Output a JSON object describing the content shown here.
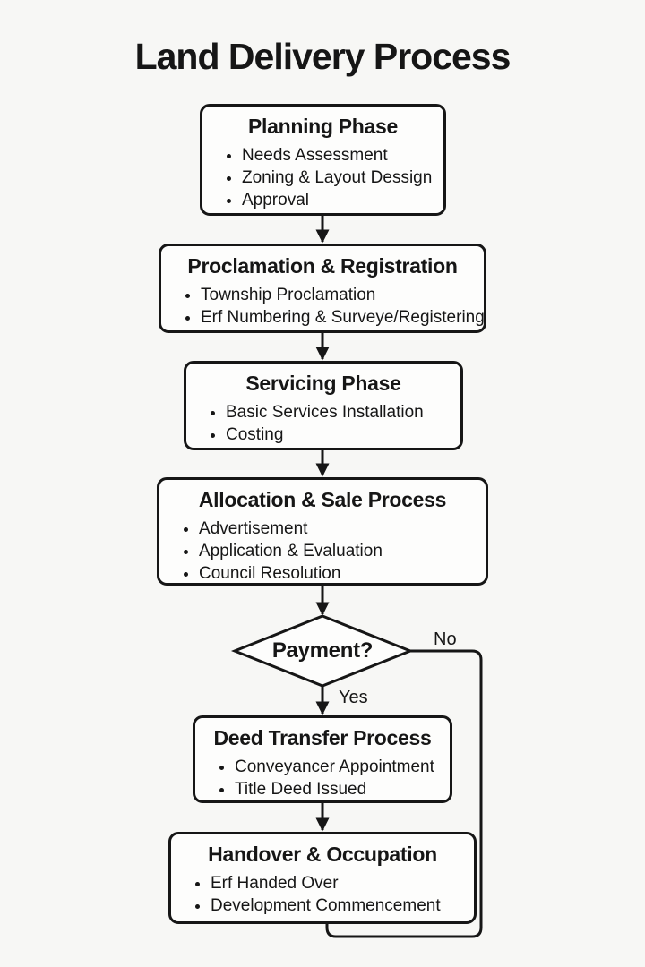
{
  "title": "Land Delivery Process",
  "boxes": [
    {
      "title": "Planning Phase",
      "items": [
        "Needs Assessment",
        "Zoning & Layout Dessign",
        "Approval"
      ]
    },
    {
      "title": "Proclamation & Registration",
      "items": [
        "Township Proclamation",
        "Erf Numbering & Surveye/Registering"
      ]
    },
    {
      "title": "Servicing Phase",
      "items": [
        "Basic Services Installation",
        "Costing"
      ]
    },
    {
      "title": "Allocation & Sale Process",
      "items": [
        "Advertisement",
        "Application & Evaluation",
        "Council Resolution"
      ]
    },
    {
      "title": "Deed Transfer Process",
      "items": [
        "Conveyancer Appointment",
        "Title Deed Issued"
      ]
    },
    {
      "title": "Handover & Occupation",
      "items": [
        "Erf Handed Over",
        "Development Commencement"
      ]
    }
  ],
  "decision": {
    "label": "Payment?",
    "yes_label": "Yes",
    "no_label": "No"
  },
  "colors": {
    "background": "#f7f7f5",
    "box_fill": "#fdfdfc",
    "stroke": "#161616",
    "text": "#161616"
  }
}
